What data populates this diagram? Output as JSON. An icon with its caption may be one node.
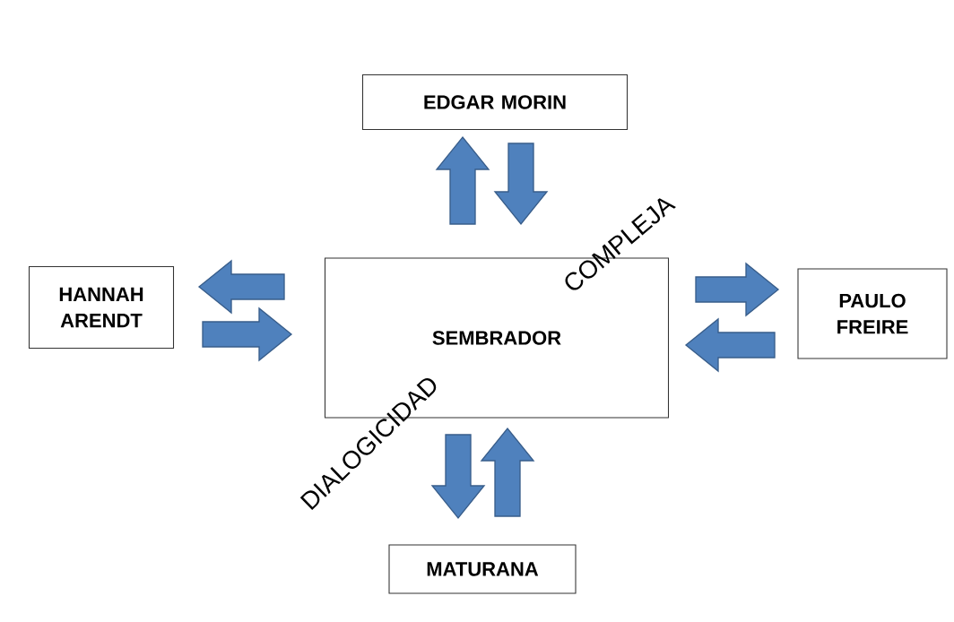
{
  "diagram": {
    "nodes": [
      {
        "text": [
          "EDGAR MORIN"
        ]
      },
      {
        "text": [
          "HANNAH ARENDT"
        ]
      },
      {
        "text": [
          "SEMBRADOR"
        ]
      },
      {
        "text": [
          "PAULO FREIRE"
        ]
      },
      {
        "text": [
          "MATURANA"
        ]
      }
    ],
    "edges": [
      {
        "from": 2,
        "to": 0,
        "arrow": "to"
      },
      {
        "from": 0,
        "to": 2,
        "arrow": "to"
      },
      {
        "from": 2,
        "to": 1,
        "arrow": "to"
      },
      {
        "from": 1,
        "to": 2,
        "arrow": "to"
      },
      {
        "from": 2,
        "to": 3,
        "arrow": "to"
      },
      {
        "from": 3,
        "to": 2,
        "arrow": "to"
      },
      {
        "from": 2,
        "to": 4,
        "arrow": "to"
      },
      {
        "from": 4,
        "to": 2,
        "arrow": "to"
      }
    ],
    "labels": [
      "COMPLEJA",
      "DIALOGICIDAD"
    ]
  }
}
